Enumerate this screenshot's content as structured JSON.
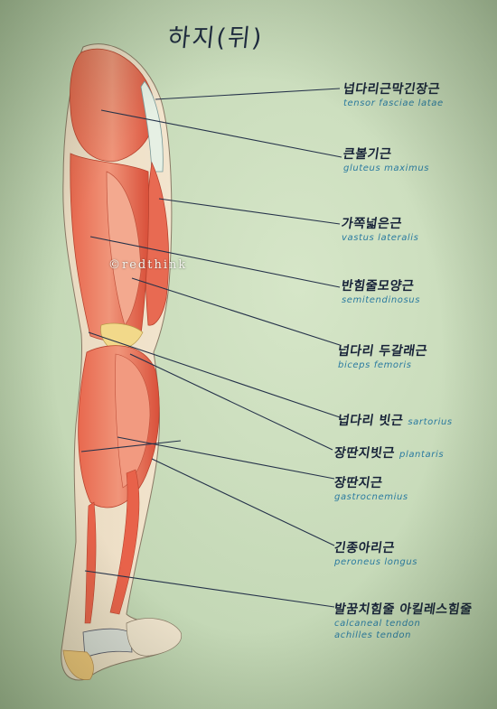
{
  "title": "하지(뒤)",
  "watermark": "©redthink",
  "labels": [
    {
      "kr": "넙다리근막긴장근",
      "en": "tensor fasciae latae"
    },
    {
      "kr": "큰볼기근",
      "en": "gluteus maximus"
    },
    {
      "kr": "가쪽넓은근",
      "en": "vastus lateralis"
    },
    {
      "kr": "반힘줄모양근",
      "en": "semitendinosus"
    },
    {
      "kr": "넙다리 두갈래근",
      "en": "biceps femoris"
    },
    {
      "kr": "넙다리 빗근",
      "en": "sartorius"
    },
    {
      "kr": "장딴지빗근",
      "en": "plantaris"
    },
    {
      "kr": "장딴지근",
      "en": "gastrocnemius"
    },
    {
      "kr": "긴종아리근",
      "en": "peroneus longus"
    },
    {
      "kr": "발꿈치힘줄 아킬레스힘줄",
      "en": "calcaneal tendon",
      "en2": "achilles tendon"
    }
  ]
}
